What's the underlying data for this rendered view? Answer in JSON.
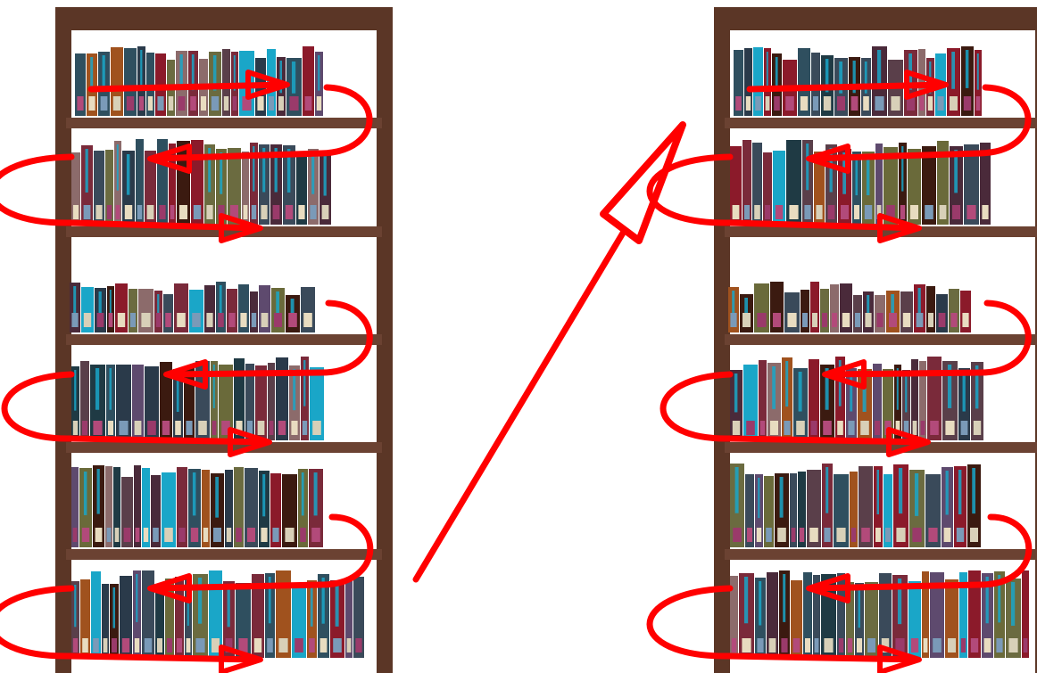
{
  "colors": {
    "background": "#ffffff",
    "shelf_frame": "#5b3626",
    "shelf_board": "#6b4232",
    "shelf_back": "#ffffff",
    "arrow": "#ff0000",
    "book_palette": [
      "#2f4f5f",
      "#1aa6c8",
      "#5a3f4a",
      "#8c6b6b",
      "#3a4a5a",
      "#6a6a3a",
      "#8b1a2a",
      "#a0521e",
      "#2a3a4a",
      "#4a2a3a",
      "#7a2a3a",
      "#1f3a44",
      "#6b6b40",
      "#3b1a10",
      "#5e4a6e"
    ],
    "book_tag_palette": [
      "#b24a7a",
      "#e8dcc0",
      "#7a9ab8",
      "#d8d0b8",
      "#9a3a6a"
    ]
  },
  "figure": {
    "bookcases": [
      {
        "name": "bookcase-left",
        "shelf_count": 6,
        "reading_path": "serpentine"
      },
      {
        "name": "bookcase-right",
        "shelf_count": 6,
        "reading_path": "serpentine"
      }
    ],
    "transition_arrow": {
      "from": "bookcase-left",
      "to": "bookcase-right",
      "direction": "up-right"
    }
  }
}
